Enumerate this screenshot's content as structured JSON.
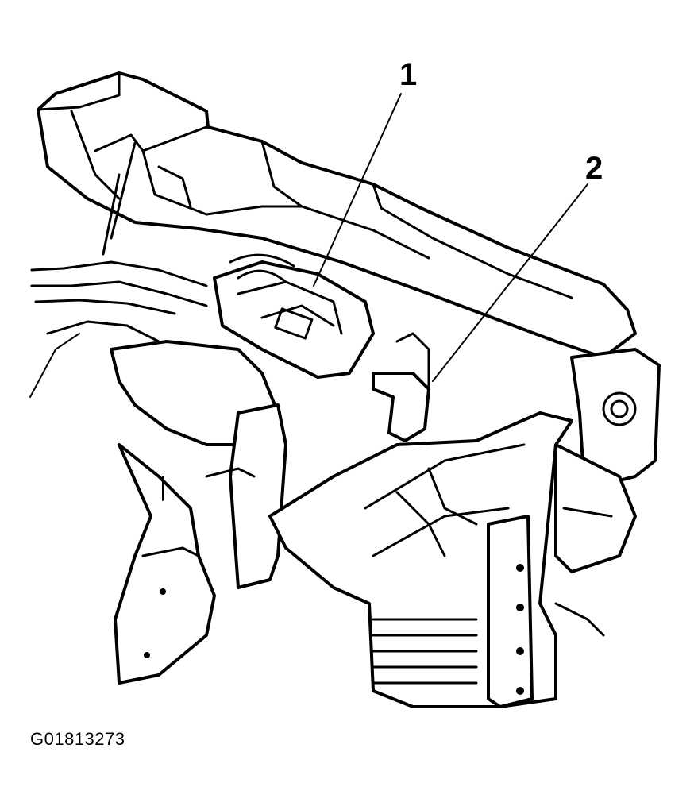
{
  "diagram": {
    "callouts": [
      {
        "id": "1",
        "label": "1"
      },
      {
        "id": "2",
        "label": "2"
      }
    ],
    "figure_id": "G01813273",
    "line_color": "#000000",
    "background_color": "#ffffff"
  }
}
